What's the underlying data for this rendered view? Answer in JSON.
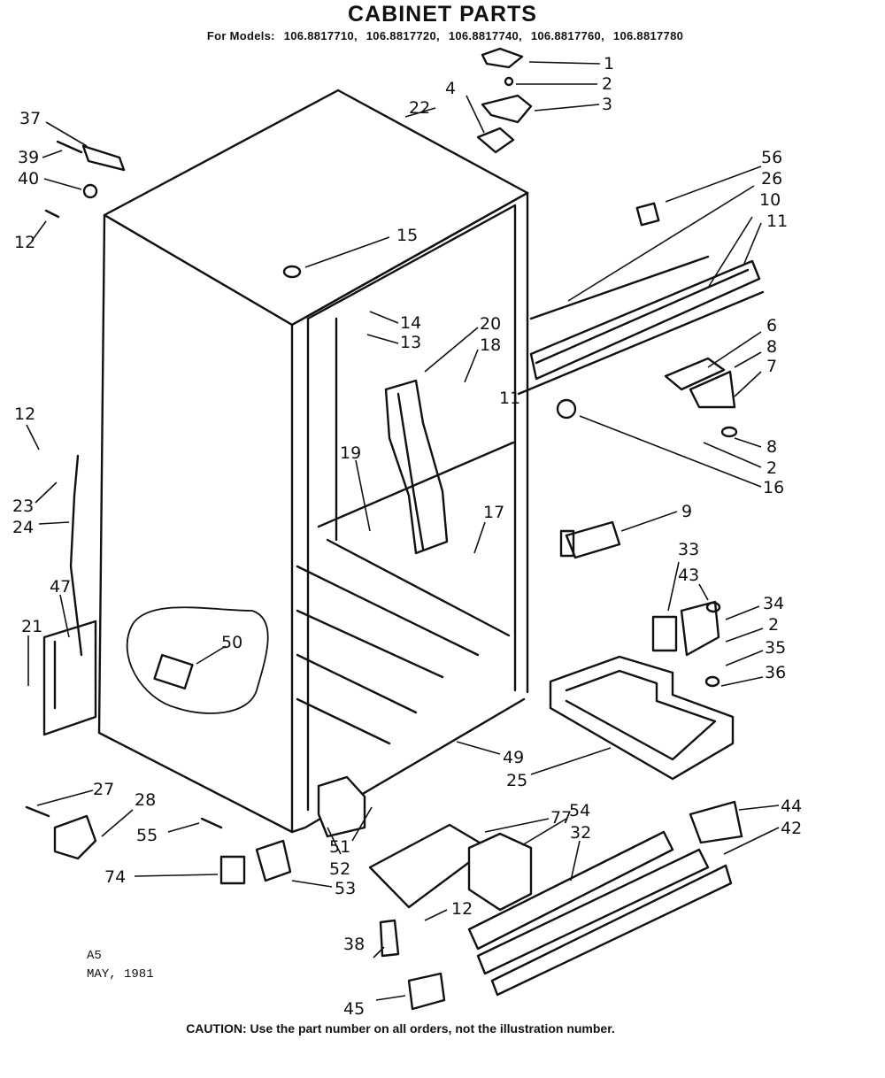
{
  "header": {
    "title": "CABINET PARTS",
    "models_prefix": "For Models:",
    "models": [
      "106.8817710,",
      "106.8817720,",
      "106.8817740,",
      "106.8817760,",
      "106.8817780"
    ]
  },
  "callouts": [
    {
      "id": "c1",
      "label": "1"
    },
    {
      "id": "c2a",
      "label": "2"
    },
    {
      "id": "c3",
      "label": "3"
    },
    {
      "id": "c4",
      "label": "4"
    },
    {
      "id": "c22",
      "label": "22"
    },
    {
      "id": "c37",
      "label": "37"
    },
    {
      "id": "c39",
      "label": "39"
    },
    {
      "id": "c40",
      "label": "40"
    },
    {
      "id": "c12a",
      "label": "12"
    },
    {
      "id": "c15",
      "label": "15"
    },
    {
      "id": "c56",
      "label": "56"
    },
    {
      "id": "c26",
      "label": "26"
    },
    {
      "id": "c10",
      "label": "10"
    },
    {
      "id": "c11a",
      "label": "11"
    },
    {
      "id": "c14",
      "label": "14"
    },
    {
      "id": "c13",
      "label": "13"
    },
    {
      "id": "c20",
      "label": "20"
    },
    {
      "id": "c18",
      "label": "18"
    },
    {
      "id": "c6",
      "label": "6"
    },
    {
      "id": "c8a",
      "label": "8"
    },
    {
      "id": "c7",
      "label": "7"
    },
    {
      "id": "c11b",
      "label": "11"
    },
    {
      "id": "c8b",
      "label": "8"
    },
    {
      "id": "c2b",
      "label": "2"
    },
    {
      "id": "c16",
      "label": "16"
    },
    {
      "id": "c12b",
      "label": "12"
    },
    {
      "id": "c19",
      "label": "19"
    },
    {
      "id": "c23",
      "label": "23"
    },
    {
      "id": "c24",
      "label": "24"
    },
    {
      "id": "c17",
      "label": "17"
    },
    {
      "id": "c9",
      "label": "9"
    },
    {
      "id": "c33",
      "label": "33"
    },
    {
      "id": "c43",
      "label": "43"
    },
    {
      "id": "c34",
      "label": "34"
    },
    {
      "id": "c47",
      "label": "47"
    },
    {
      "id": "c21",
      "label": "21"
    },
    {
      "id": "c50",
      "label": "50"
    },
    {
      "id": "c2c",
      "label": "2"
    },
    {
      "id": "c35",
      "label": "35"
    },
    {
      "id": "c36",
      "label": "36"
    },
    {
      "id": "c49",
      "label": "49"
    },
    {
      "id": "c25",
      "label": "25"
    },
    {
      "id": "c27",
      "label": "27"
    },
    {
      "id": "c28",
      "label": "28"
    },
    {
      "id": "c55",
      "label": "55"
    },
    {
      "id": "c51",
      "label": "51"
    },
    {
      "id": "c52",
      "label": "52"
    },
    {
      "id": "c53",
      "label": "53"
    },
    {
      "id": "c74",
      "label": "74"
    },
    {
      "id": "c77",
      "label": "77"
    },
    {
      "id": "c54",
      "label": "54"
    },
    {
      "id": "c32",
      "label": "32"
    },
    {
      "id": "c44",
      "label": "44"
    },
    {
      "id": "c42",
      "label": "42"
    },
    {
      "id": "c12c",
      "label": "12"
    },
    {
      "id": "c38",
      "label": "38"
    },
    {
      "id": "c45",
      "label": "45"
    }
  ],
  "footer": {
    "code": "A5",
    "date": "MAY, 1981",
    "caution": "CAUTION: Use the part number on all orders, not the illustration number."
  },
  "colors": {
    "ink": "#111111",
    "paper": "#ffffff"
  }
}
